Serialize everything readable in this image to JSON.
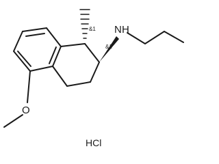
{
  "structure": {
    "atom_labels": {
      "amine_n": "N",
      "amine_h": "H",
      "methoxy_o": "O"
    },
    "stereo_labels": {
      "c1": "&1",
      "c2": "&1"
    },
    "salt": "HCl"
  }
}
